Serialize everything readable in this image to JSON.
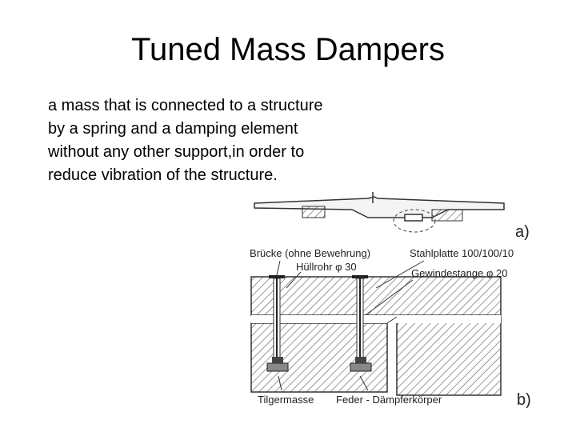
{
  "slide": {
    "title": "Tuned Mass Dampers",
    "body_lines": [
      "a mass that is connected to a structure",
      "by a spring and a damping element",
      "without any other support,in order to",
      "reduce vibration of the structure."
    ]
  },
  "figure": {
    "label_a": "a)",
    "label_b": "b)",
    "label_bridge": "Brücke (ohne Bewehrung)",
    "label_tube": "Hüllrohr φ 30",
    "label_plate": "Stahlplatte 100/100/10",
    "label_rod": "Gewindestange φ 20",
    "label_mass": "Tilgermasse",
    "label_spring": "Feder - Dämpferkörper"
  }
}
